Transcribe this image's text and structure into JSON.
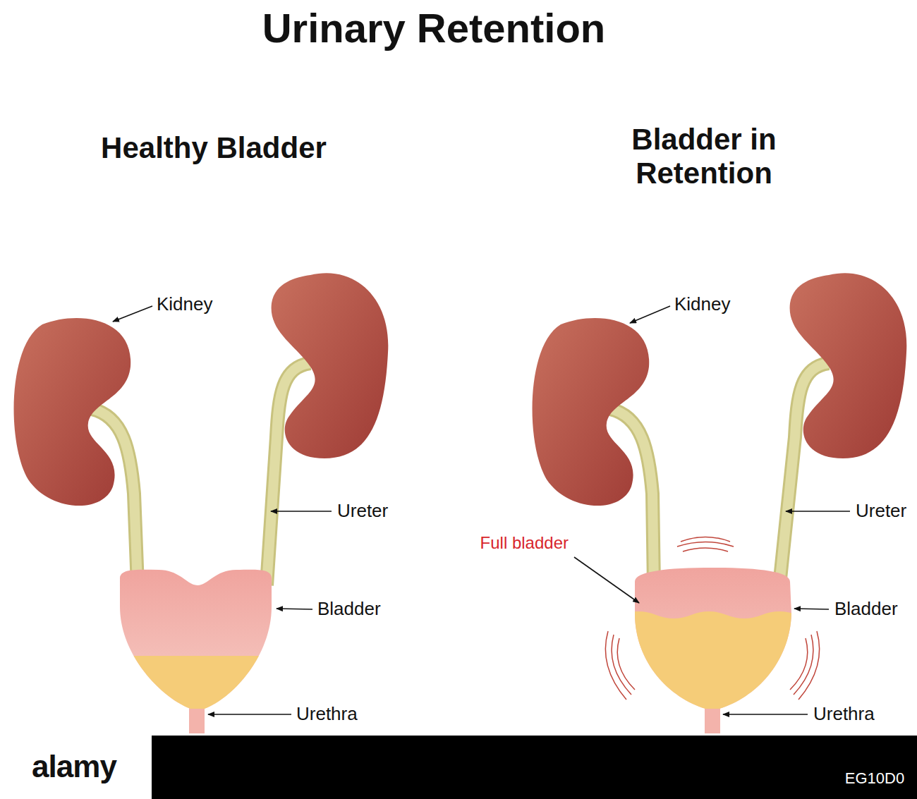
{
  "diagram": {
    "title": "Urinary Retention",
    "labels": [
      "Healthy Bladder",
      "Bladder in Retention",
      "Kidney",
      "Ureter",
      "Bladder",
      "Urethra",
      "Kidney",
      "Full bladder",
      "Ureter",
      "Bladder",
      "Urethra",
      "alamy",
      "EG10D0"
    ]
  }
}
